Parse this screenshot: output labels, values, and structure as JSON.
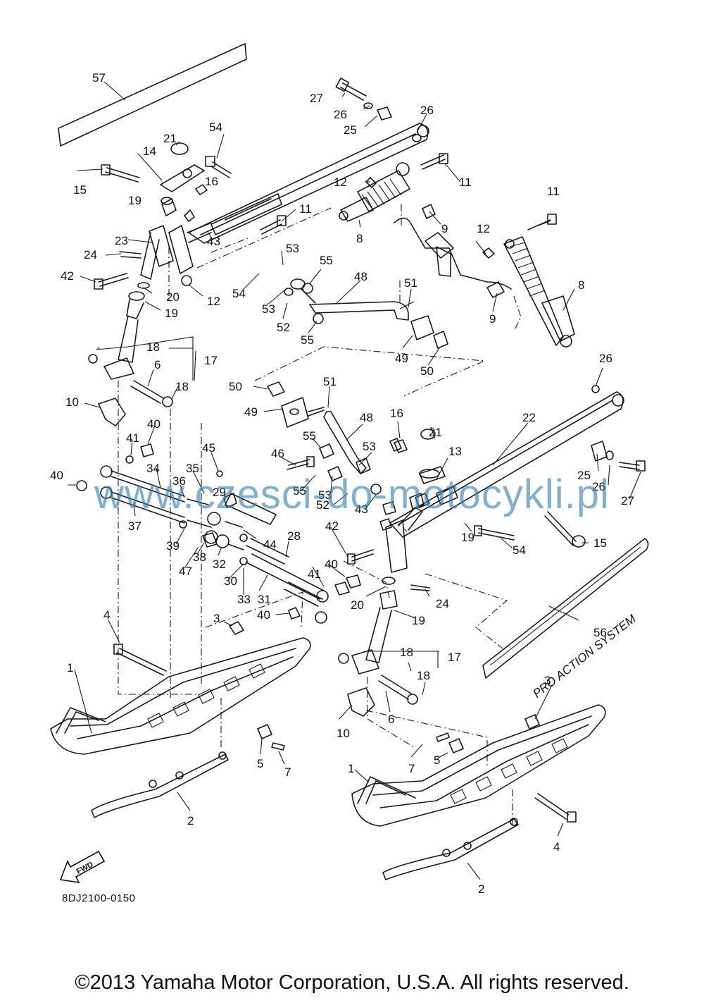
{
  "diagram": {
    "drawing_code": "8DJ2100-0150",
    "watermark": "www.czesci-do-motocykli.pl",
    "copyright": "©2013 Yamaha Motor Corporation, U.S.A. All rights reserved.",
    "fwd_label": "FWD",
    "decal_text": "PRO ACTION SYSTEM",
    "callouts": [
      {
        "id": "c57",
        "label": "57"
      },
      {
        "id": "c27a",
        "label": "27"
      },
      {
        "id": "c26a",
        "label": "26"
      },
      {
        "id": "c26b",
        "label": "26"
      },
      {
        "id": "c25a",
        "label": "25"
      },
      {
        "id": "c54a",
        "label": "54"
      },
      {
        "id": "c21a",
        "label": "21"
      },
      {
        "id": "c14",
        "label": "14"
      },
      {
        "id": "c16a",
        "label": "16"
      },
      {
        "id": "c15a",
        "label": "15"
      },
      {
        "id": "c12a",
        "label": "12"
      },
      {
        "id": "c11a",
        "label": "11"
      },
      {
        "id": "c19a",
        "label": "19"
      },
      {
        "id": "c11b",
        "label": "11"
      },
      {
        "id": "c9a",
        "label": "9"
      },
      {
        "id": "c11c",
        "label": "11"
      },
      {
        "id": "c23",
        "label": "23"
      },
      {
        "id": "c43a",
        "label": "43"
      },
      {
        "id": "c8a",
        "label": "8"
      },
      {
        "id": "c12b",
        "label": "12"
      },
      {
        "id": "c24a",
        "label": "24"
      },
      {
        "id": "c53a",
        "label": "53"
      },
      {
        "id": "c42a",
        "label": "42"
      },
      {
        "id": "c55a",
        "label": "55"
      },
      {
        "id": "c54b",
        "label": "54"
      },
      {
        "id": "c20a",
        "label": "20"
      },
      {
        "id": "c12c",
        "label": "12"
      },
      {
        "id": "c48a",
        "label": "48"
      },
      {
        "id": "c8b",
        "label": "8"
      },
      {
        "id": "c53b",
        "label": "53"
      },
      {
        "id": "c51a",
        "label": "51"
      },
      {
        "id": "c19b",
        "label": "19"
      },
      {
        "id": "c52a",
        "label": "52"
      },
      {
        "id": "c9b",
        "label": "9"
      },
      {
        "id": "c55b",
        "label": "55"
      },
      {
        "id": "c18a",
        "label": "18"
      },
      {
        "id": "c17a",
        "label": "17"
      },
      {
        "id": "c49a",
        "label": "49"
      },
      {
        "id": "c50a",
        "label": "50"
      },
      {
        "id": "c26c",
        "label": "26"
      },
      {
        "id": "c6a",
        "label": "6"
      },
      {
        "id": "c18b",
        "label": "18"
      },
      {
        "id": "c50b",
        "label": "50"
      },
      {
        "id": "c51b",
        "label": "51"
      },
      {
        "id": "c10a",
        "label": "10"
      },
      {
        "id": "c49b",
        "label": "49"
      },
      {
        "id": "c40a",
        "label": "40"
      },
      {
        "id": "c48b",
        "label": "48"
      },
      {
        "id": "c16b",
        "label": "16"
      },
      {
        "id": "c22",
        "label": "22"
      },
      {
        "id": "c21b",
        "label": "21"
      },
      {
        "id": "c41a",
        "label": "41"
      },
      {
        "id": "c45",
        "label": "45"
      },
      {
        "id": "c55c",
        "label": "55"
      },
      {
        "id": "c46",
        "label": "46"
      },
      {
        "id": "c53c",
        "label": "53"
      },
      {
        "id": "c13",
        "label": "13"
      },
      {
        "id": "c34",
        "label": "34"
      },
      {
        "id": "c40b",
        "label": "40"
      },
      {
        "id": "c35",
        "label": "35"
      },
      {
        "id": "c25b",
        "label": "25"
      },
      {
        "id": "c36",
        "label": "36"
      },
      {
        "id": "c29",
        "label": "29"
      },
      {
        "id": "c55d",
        "label": "55"
      },
      {
        "id": "c53d",
        "label": "53"
      },
      {
        "id": "c26d",
        "label": "26"
      },
      {
        "id": "c52b",
        "label": "52"
      },
      {
        "id": "c43b",
        "label": "43"
      },
      {
        "id": "c27b",
        "label": "27"
      },
      {
        "id": "c37",
        "label": "37"
      },
      {
        "id": "c42b",
        "label": "42"
      },
      {
        "id": "c19c",
        "label": "19"
      },
      {
        "id": "c15b",
        "label": "15"
      },
      {
        "id": "c39",
        "label": "39"
      },
      {
        "id": "c44",
        "label": "44"
      },
      {
        "id": "c28",
        "label": "28"
      },
      {
        "id": "c54c",
        "label": "54"
      },
      {
        "id": "c38",
        "label": "38"
      },
      {
        "id": "c32",
        "label": "32"
      },
      {
        "id": "c47",
        "label": "47"
      },
      {
        "id": "c40c",
        "label": "40"
      },
      {
        "id": "c30",
        "label": "30"
      },
      {
        "id": "c41b",
        "label": "41"
      },
      {
        "id": "c20b",
        "label": "20"
      },
      {
        "id": "c24b",
        "label": "24"
      },
      {
        "id": "c33",
        "label": "33"
      },
      {
        "id": "c31",
        "label": "31"
      },
      {
        "id": "c40d",
        "label": "40"
      },
      {
        "id": "c19d",
        "label": "19"
      },
      {
        "id": "c56",
        "label": "56"
      },
      {
        "id": "c4a",
        "label": "4"
      },
      {
        "id": "c3a",
        "label": "3"
      },
      {
        "id": "c18c",
        "label": "18"
      },
      {
        "id": "c17b",
        "label": "17"
      },
      {
        "id": "c18d",
        "label": "18"
      },
      {
        "id": "c1a",
        "label": "1"
      },
      {
        "id": "c3b",
        "label": "3"
      },
      {
        "id": "c6b",
        "label": "6"
      },
      {
        "id": "c10b",
        "label": "10"
      },
      {
        "id": "c5a",
        "label": "5"
      },
      {
        "id": "c7a",
        "label": "7"
      },
      {
        "id": "c7b",
        "label": "7"
      },
      {
        "id": "c5b",
        "label": "5"
      },
      {
        "id": "c1b",
        "label": "1"
      },
      {
        "id": "c2a",
        "label": "2"
      },
      {
        "id": "c4b",
        "label": "4"
      },
      {
        "id": "c2b",
        "label": "2"
      }
    ]
  }
}
